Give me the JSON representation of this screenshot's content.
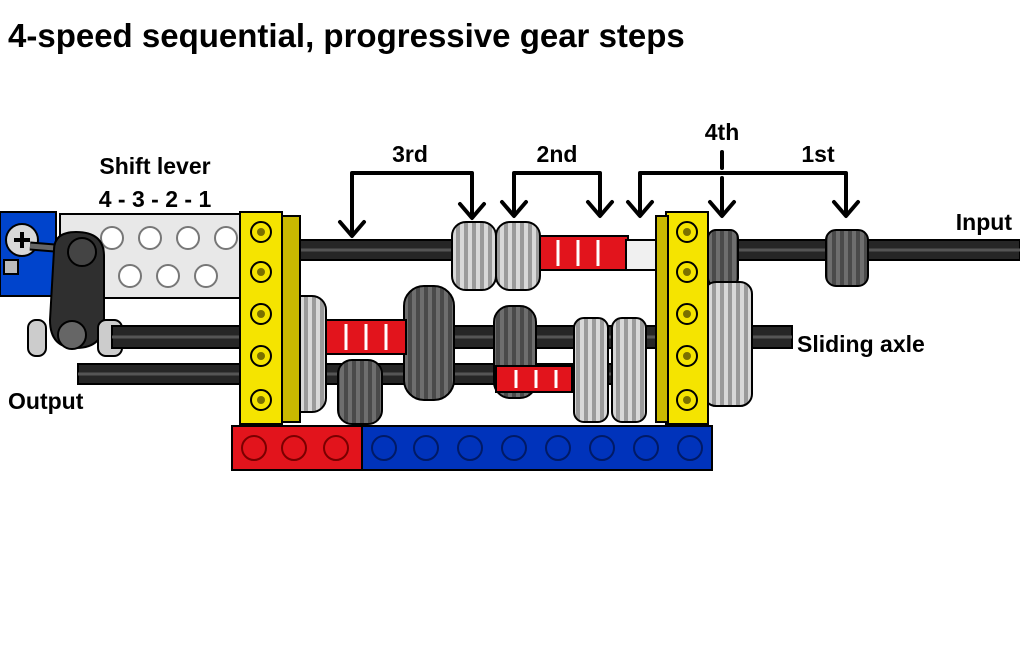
{
  "title": "4-speed sequential, progressive gear steps",
  "labels": {
    "shift_lever": "Shift lever",
    "shift_sequence": "4 - 3 - 2 - 1",
    "output": "Output",
    "input": "Input",
    "sliding_axle": "Sliding axle"
  },
  "gears": {
    "third": "3rd",
    "second": "2nd",
    "fourth": "4th",
    "first": "1st"
  },
  "colors": {
    "axle": "#222222",
    "beam_yellow": "#f5e400",
    "brick_red": "#e2141c",
    "brick_blue": "#0033bb",
    "part_grey": "#d4d4d4",
    "part_dark": "#707070",
    "beam_white": "#e6e6e6"
  }
}
